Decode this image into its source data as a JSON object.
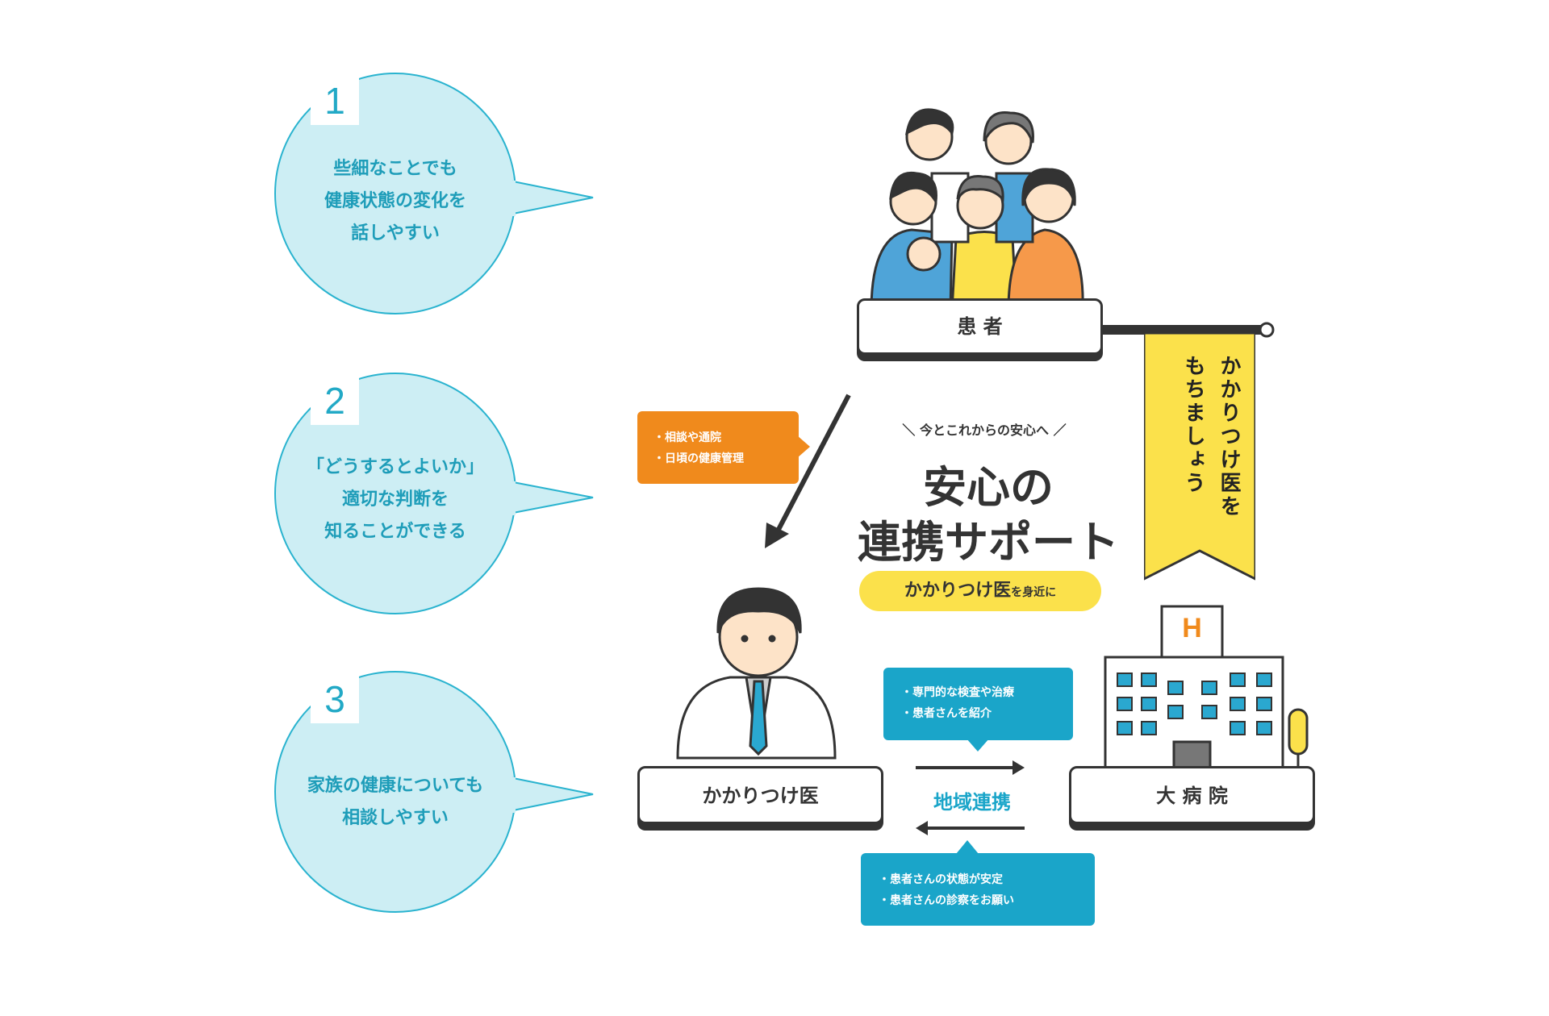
{
  "points": [
    {
      "number": "1",
      "text": [
        "些細なことでも",
        "健康状態の変化を",
        "話しやすい"
      ]
    },
    {
      "number": "2",
      "text": [
        "「どうするとよいか」",
        "適切な判断を",
        "知ることができる"
      ]
    },
    {
      "number": "3",
      "text": [
        "家族の健康についても",
        "相談しやすい"
      ]
    }
  ],
  "patient_label": "患 者",
  "doctor_label": "かかりつけ医",
  "hospital_label": "大 病 院",
  "banner_text": [
    "かかりつけ医を",
    "もちましょう"
  ],
  "title": {
    "subtitle": "今とこれからの安心へ",
    "line1": "安心の",
    "line2": "連携サポート",
    "pill_main": "かかりつけ医",
    "pill_small": "を身近に"
  },
  "orange_note": [
    "・相談や通院",
    "・日頃の健康管理"
  ],
  "blue_note_top": [
    "・専門的な検査や治療",
    "・患者さんを紹介"
  ],
  "blue_note_bottom": [
    "・患者さんの状態が安定",
    "・患者さんの診察をお願い"
  ],
  "regional_label": "地域連携",
  "hospital_sign": "H",
  "colors": {
    "teal": "#22a9c6",
    "light_teal": "#cdeef4",
    "orange": "#f08a1c",
    "yellow": "#fbe14b",
    "dark": "#333333",
    "blue_note": "#1aa5c9"
  }
}
